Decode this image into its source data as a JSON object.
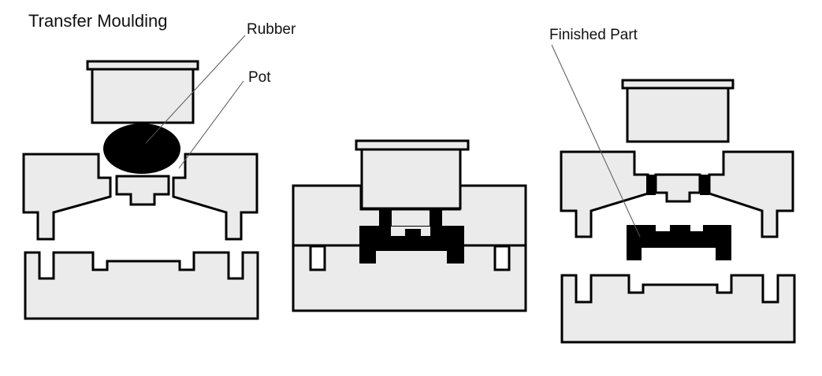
{
  "diagram": {
    "title": "Transfer Moulding",
    "labels": {
      "rubber": "Rubber",
      "pot": "Pot",
      "finished_part": "Finished Part"
    }
  },
  "colors": {
    "mould_fill": "#ebebeb",
    "outline": "#000000",
    "material": "#000000",
    "background": "#ffffff"
  }
}
